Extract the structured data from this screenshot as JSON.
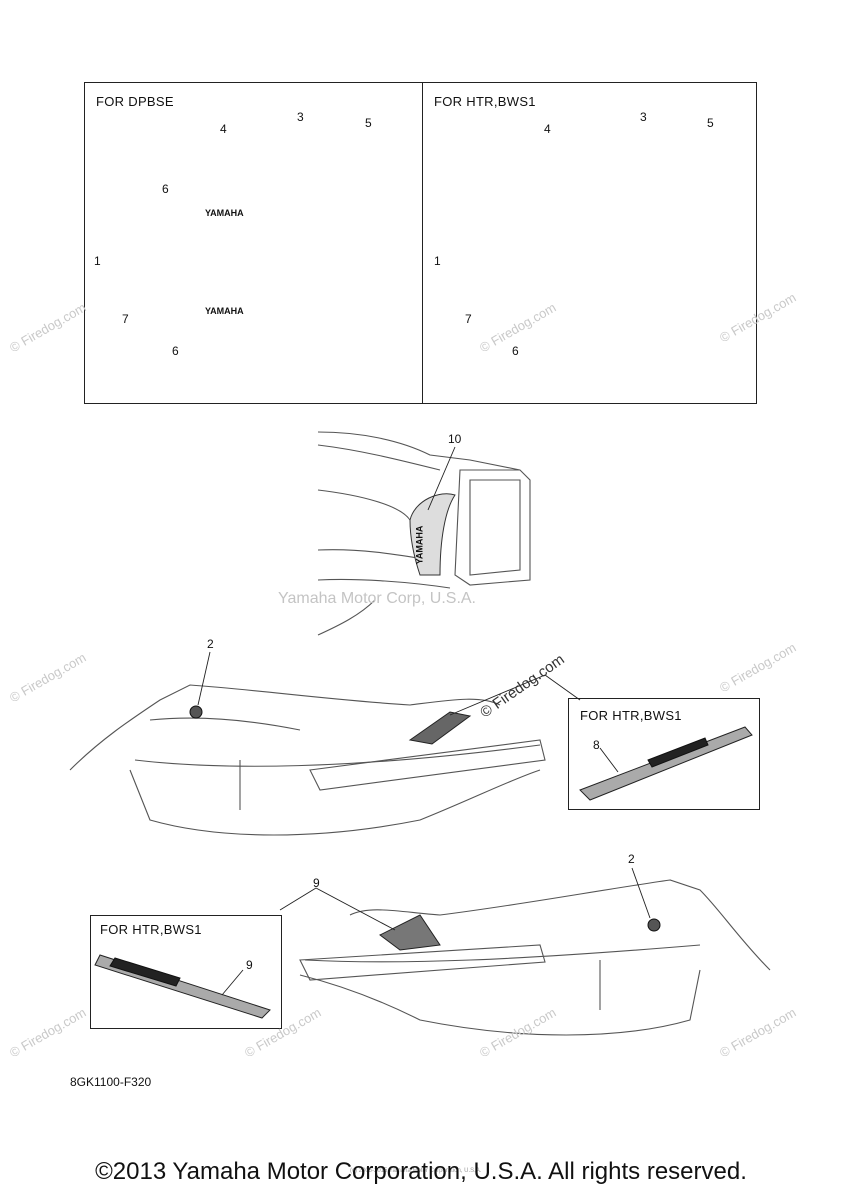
{
  "panels": {
    "top_left_label": "FOR DPBSE",
    "top_right_label": "FOR HTR,BWS1",
    "mid_right_label": "FOR HTR,BWS1",
    "bottom_left_label": "FOR HTR,BWS1"
  },
  "callouts": {
    "tl": [
      "1",
      "3",
      "4",
      "5",
      "6",
      "6",
      "7"
    ],
    "tr": [
      "1",
      "3",
      "4",
      "5",
      "6",
      "7"
    ],
    "rear": "10",
    "side1_num": "2",
    "inset1_num": "8",
    "side2_num": "2",
    "side2_num9": "9",
    "inset2_num": "9"
  },
  "decal_text": {
    "yamaha": "YAMAHA"
  },
  "watermarks": {
    "firedog": "© Firedog.com",
    "center": "Yamaha Motor Corp, U.S.A.",
    "tiny": "(c) 2005-2015 Yamaha Motor Corporation, U.S.A."
  },
  "figure_code": "8GK1100-F320",
  "copyright": "©2013 Yamaha Motor Corporation, U.S.A. All rights reserved."
}
